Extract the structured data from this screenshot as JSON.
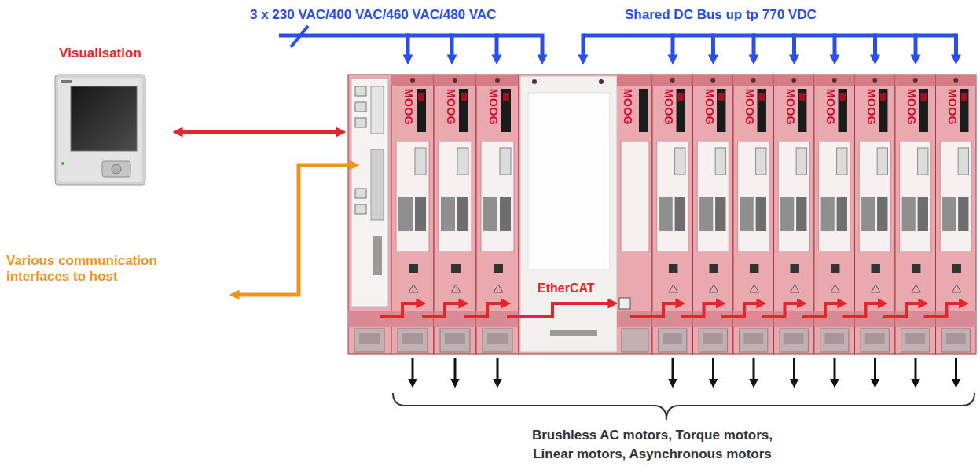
{
  "diagram": {
    "nodes": [
      {
        "text": [
          "Visualisation"
        ]
      }
    ],
    "labels": [
      "3 x 230 VAC/400 VAC/460 VAC/480 VAC",
      "Shared DC Bus up tp 770 VDC",
      "Various communication interfaces to host",
      "EtherCAT",
      "MOOG",
      "MOOG",
      "MOOG",
      "MOOG",
      "MOOG",
      "MOOG",
      "MOOG",
      "MOOG",
      "MOOG",
      "MOOG",
      "MOOG",
      "MOOG",
      "Brushless AC motors, Torque motors, Linear motors, Asynchronous motors"
    ]
  }
}
